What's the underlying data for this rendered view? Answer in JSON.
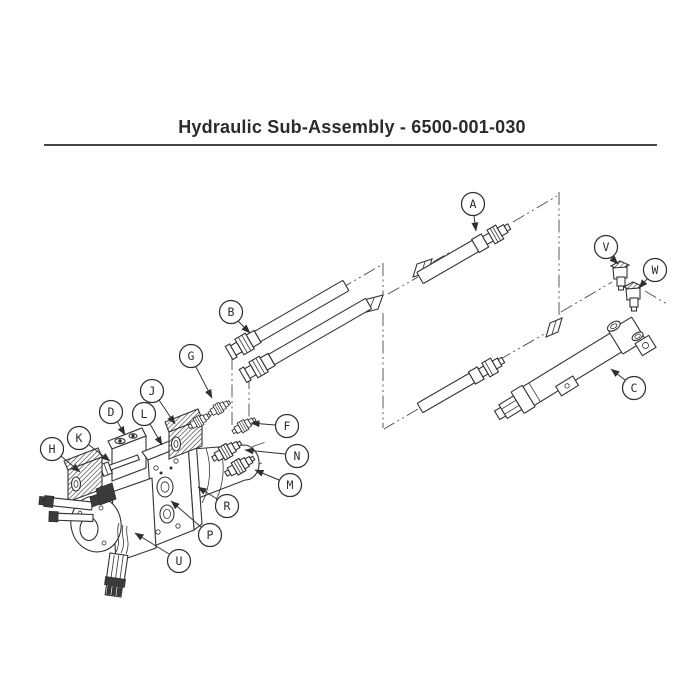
{
  "title": "Hydraulic Sub-Assembly - 6500-001-030",
  "colors": {
    "line": "#333333",
    "background": "#ffffff",
    "text": "#2b2b2b"
  },
  "figure": {
    "type": "exploded-parts-diagram",
    "part_letters": [
      "A",
      "B",
      "C",
      "D",
      "F",
      "G",
      "H",
      "J",
      "K",
      "L",
      "M",
      "N",
      "P",
      "R",
      "U",
      "V",
      "W"
    ]
  },
  "callouts": {
    "items": [
      {
        "letter": "A"
      },
      {
        "letter": "B"
      },
      {
        "letter": "C"
      },
      {
        "letter": "D"
      },
      {
        "letter": "F"
      },
      {
        "letter": "G"
      },
      {
        "letter": "H"
      },
      {
        "letter": "J"
      },
      {
        "letter": "K"
      },
      {
        "letter": "L"
      },
      {
        "letter": "M"
      },
      {
        "letter": "N"
      },
      {
        "letter": "P"
      },
      {
        "letter": "R"
      },
      {
        "letter": "U"
      },
      {
        "letter": "V"
      },
      {
        "letter": "W"
      }
    ]
  }
}
